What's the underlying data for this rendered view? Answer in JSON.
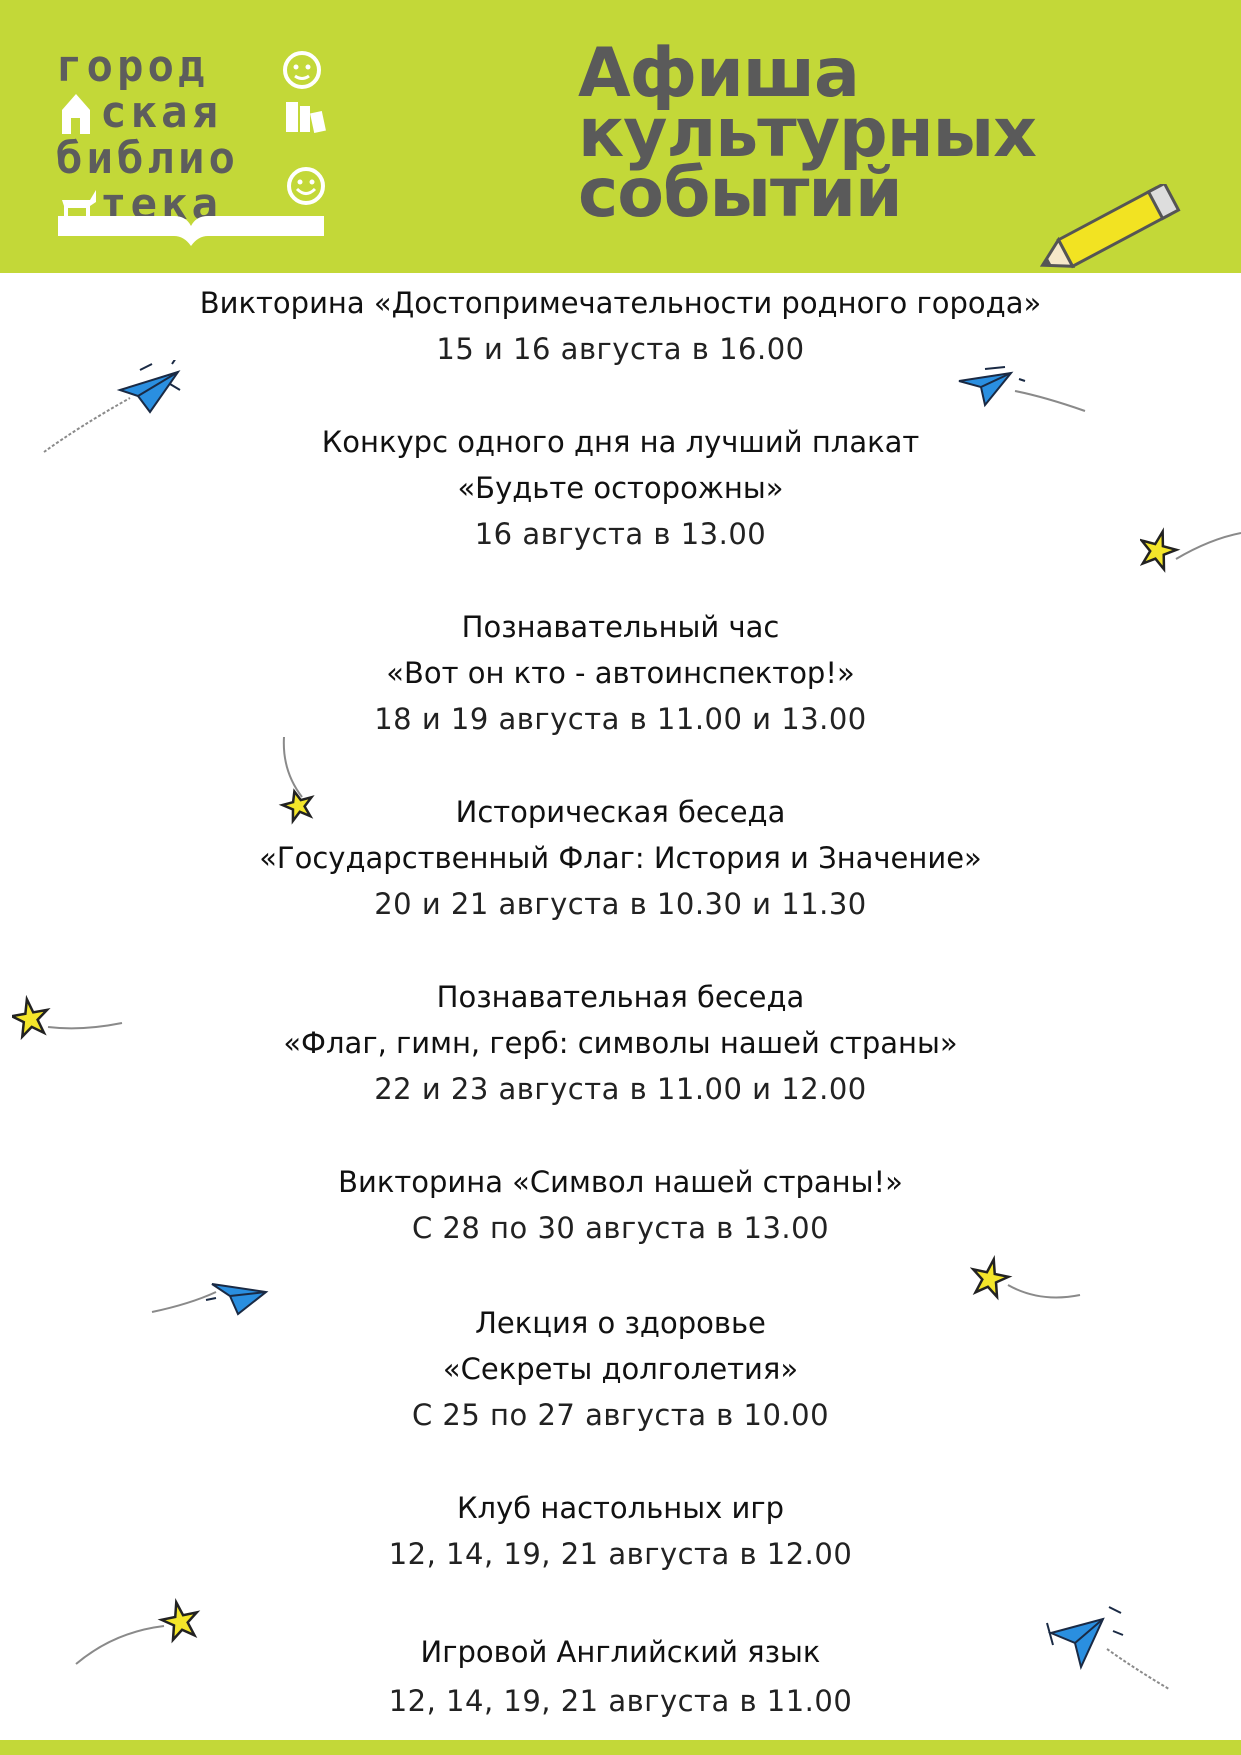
{
  "header": {
    "logo_lines": [
      "город",
      "ская",
      "библио",
      "тека"
    ],
    "headline_lines": [
      "Афиша",
      "культурных",
      "событий"
    ],
    "accent_color": "#c3d838"
  },
  "events": [
    {
      "lines": [
        "Викторина «Достопримечательности родного города»"
      ],
      "date": "15 и 16 августа в 16.00"
    },
    {
      "lines": [
        "Конкурс одного дня на лучший плакат",
        "«Будьте осторожны»"
      ],
      "date": "16 августа в 13.00"
    },
    {
      "lines": [
        "Познавательный час",
        "«Вот он кто - автоинспектор!»"
      ],
      "date": "18 и 19 августа в 11.00 и 13.00"
    },
    {
      "lines": [
        "Историческая беседа",
        "«Государственный Флаг: История и Значение»"
      ],
      "date": "20 и 21 августа в 10.30 и 11.30"
    },
    {
      "lines": [
        "Познавательная беседа",
        "«Флаг, гимн, герб: символы нашей страны»"
      ],
      "date": "22 и 23 августа в 11.00 и 12.00"
    },
    {
      "lines": [
        "Викторина «Символ нашей страны!»"
      ],
      "date": "С 28 по 30 августа в 13.00"
    },
    {
      "lines": [
        "Лекция о здоровье",
        "«Секреты долголетия»"
      ],
      "date": "С 25 по 27 августа в 10.00"
    },
    {
      "lines": [
        "Клуб настольных игр"
      ],
      "date": "12, 14, 19, 21 августа в 12.00"
    },
    {
      "lines": [
        "Игровой Английский язык"
      ],
      "date": "12, 14, 19, 21 августа в 11.00"
    }
  ],
  "decorations": [
    "paper-plane-icon",
    "star-icon"
  ]
}
